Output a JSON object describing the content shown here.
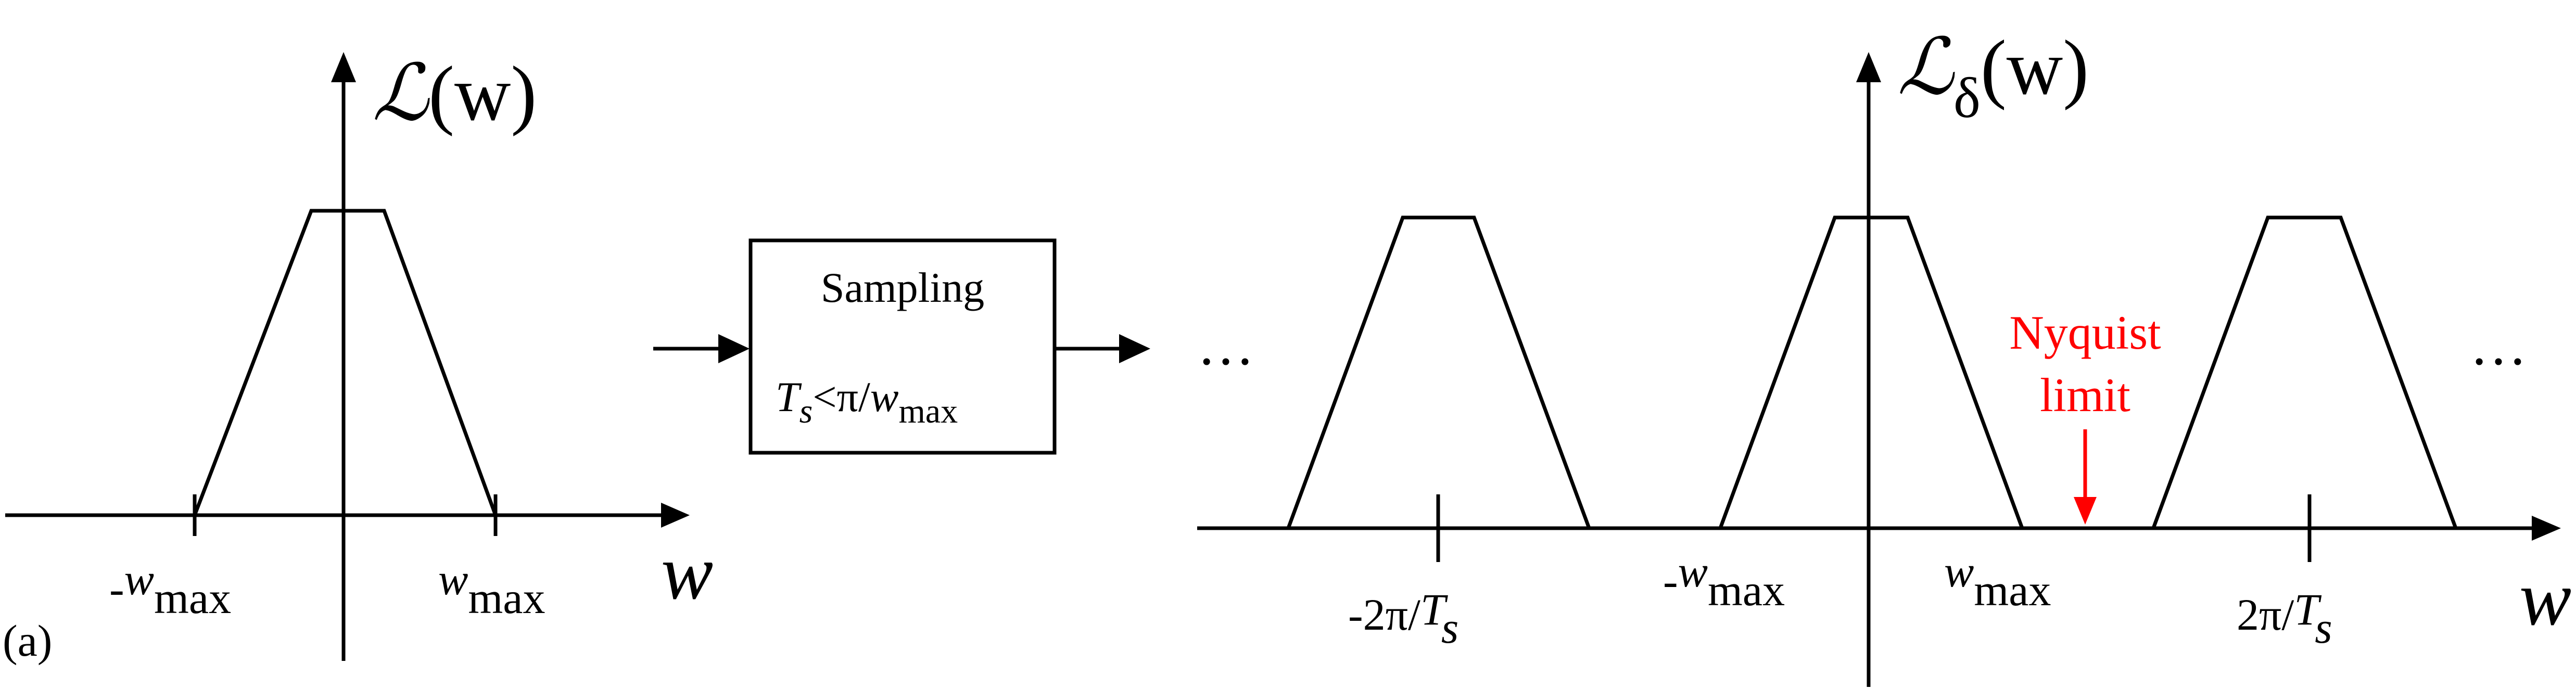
{
  "left_plot": {
    "title_func": "ℒ",
    "title_arg": "(w)",
    "axis_label": "w",
    "tick_neg_prefix": "-",
    "tick_var": "w",
    "tick_sub": "max"
  },
  "sampling_box": {
    "title": "Sampling",
    "cond_var": "T",
    "cond_var_sub": "s",
    "cond_rel": "<π/",
    "cond_w": "w",
    "cond_w_sub": "max"
  },
  "right_plot": {
    "title_func": "ℒ",
    "title_sub": "δ",
    "title_arg": "(w)",
    "axis_label": "w",
    "ellipsis_left": "…",
    "ellipsis_right": "…",
    "tick_neg2pi": "-2π/",
    "tick_pos2pi": "2π/",
    "tick_T": "T",
    "tick_T_sub": "s",
    "tick_neg_prefix": "-",
    "tick_var": "w",
    "tick_sub": "max",
    "nyquist_line1": "Nyquist",
    "nyquist_line2": "limit"
  },
  "panel_label": "(a)",
  "colors": {
    "annotation": "#ff0000",
    "ink": "#000000"
  }
}
